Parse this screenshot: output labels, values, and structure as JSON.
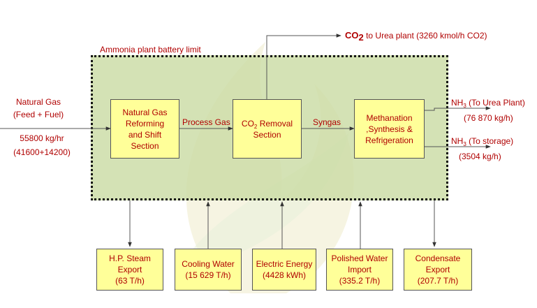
{
  "battery_limit_label": "Ammonia plant battery limit",
  "feed": {
    "name_line1": "Natural Gas",
    "name_line2": "(Feed + Fuel)",
    "flow": "55800 kg/hr",
    "split": "(41600+14200)"
  },
  "process_units": [
    {
      "lines": [
        "Natural Gas",
        "Reforming",
        "and Shift",
        "Section"
      ]
    },
    {
      "prefix": "CO",
      "sub": "2",
      "suffix": " Removal",
      "line2": "Section"
    },
    {
      "lines": [
        "Methanation",
        ",Synthesis &",
        "Refrigeration"
      ]
    }
  ],
  "streams": {
    "process_gas": "Process Gas",
    "syngas": "Syngas"
  },
  "co2_output": {
    "co": "CO",
    "sub": "2",
    "text": " to Urea  plant (3260  kmol/h CO2)"
  },
  "nh3_outputs": [
    {
      "nh": "NH",
      "sub": "3",
      "dest": " (To Urea Plant)",
      "flow": "(76 870  kg/h)"
    },
    {
      "nh": "NH",
      "sub": "3",
      "dest": " (To storage)",
      "flow": "(3504 kg/h)"
    }
  ],
  "utilities": [
    {
      "lines": [
        "H.P. Steam",
        "Export",
        "(63 T/h)"
      ],
      "direction": "out"
    },
    {
      "lines": [
        "Cooling Water",
        "(15 629 T/h)"
      ],
      "direction": "in"
    },
    {
      "lines": [
        "Electric Energy",
        "(4428 kWh)"
      ],
      "direction": "in"
    },
    {
      "lines": [
        "Polished Water",
        "Import",
        "(335.2 T/h)"
      ],
      "direction": "in"
    },
    {
      "lines": [
        "Condensate",
        "Export",
        "(207.7 T/h)"
      ],
      "direction": "out"
    }
  ],
  "colors": {
    "text": "#b00000",
    "box_fill": "#ffff99",
    "battery_fill": "#cbdca5",
    "line": "#333333"
  }
}
